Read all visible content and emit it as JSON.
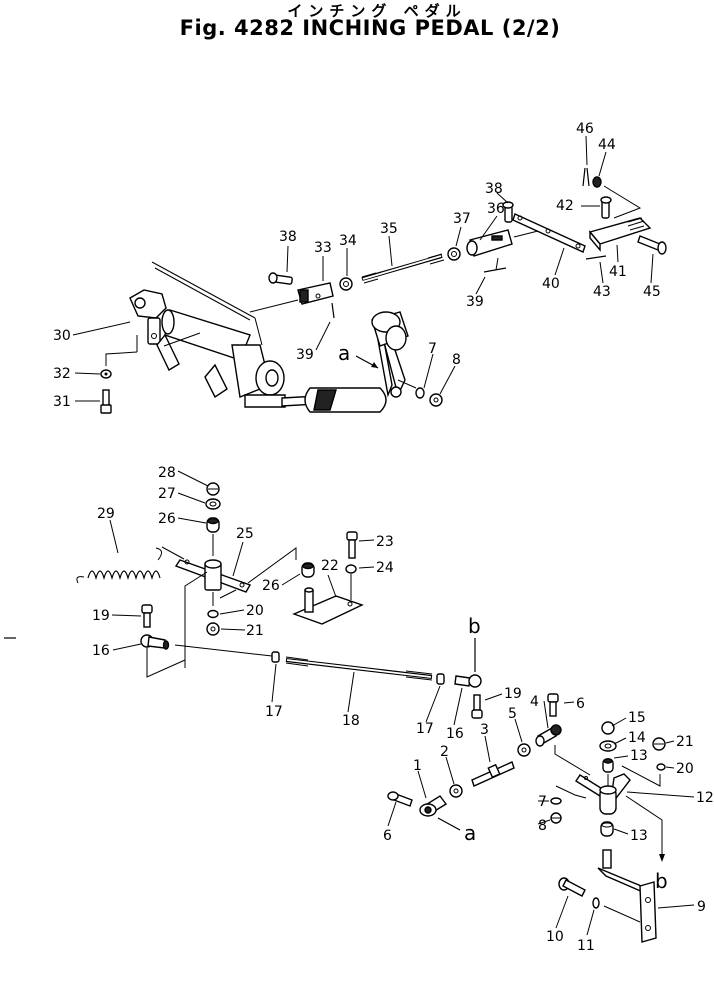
{
  "figure": {
    "title_jp": "インチング ペダル",
    "title": "Fig. 4282 INCHING PEDAL (2/2)"
  },
  "callouts": {
    "upper": {
      "p46": "46",
      "p44": "44",
      "p38a": "38",
      "p42": "42",
      "p36": "36",
      "p37": "37",
      "p35": "35",
      "p34": "34",
      "p33": "33",
      "p38b": "38",
      "p40": "40",
      "p41": "41",
      "p45": "45",
      "p43": "43",
      "p39a": "39",
      "p39b": "39",
      "p30": "30",
      "p32": "32",
      "p31": "31",
      "p7": "7",
      "p8": "8",
      "arrow_a": "a"
    },
    "middle": {
      "p28": "28",
      "p27": "27",
      "p26a": "26",
      "p29": "29",
      "p25": "25",
      "p23": "23",
      "p24": "24",
      "p26b": "26",
      "p22": "22",
      "p19": "19",
      "p20": "20",
      "p21": "21",
      "p16a": "16",
      "p17a": "17",
      "p18": "18",
      "p17b": "17",
      "p16b": "16",
      "arrow_b": "b"
    },
    "lower": {
      "p19": "19",
      "p4": "4",
      "p6a": "6",
      "p15": "15",
      "p5": "5",
      "p3": "3",
      "p14": "14",
      "p13a": "13",
      "p21": "21",
      "p2": "2",
      "p20": "20",
      "p1": "1",
      "p7": "7",
      "p12": "12",
      "p8": "8",
      "p13b": "13",
      "p6b": "6",
      "arrow_a": "a",
      "arrow_b": "b",
      "p9": "9",
      "p10": "10",
      "p11": "11"
    }
  }
}
